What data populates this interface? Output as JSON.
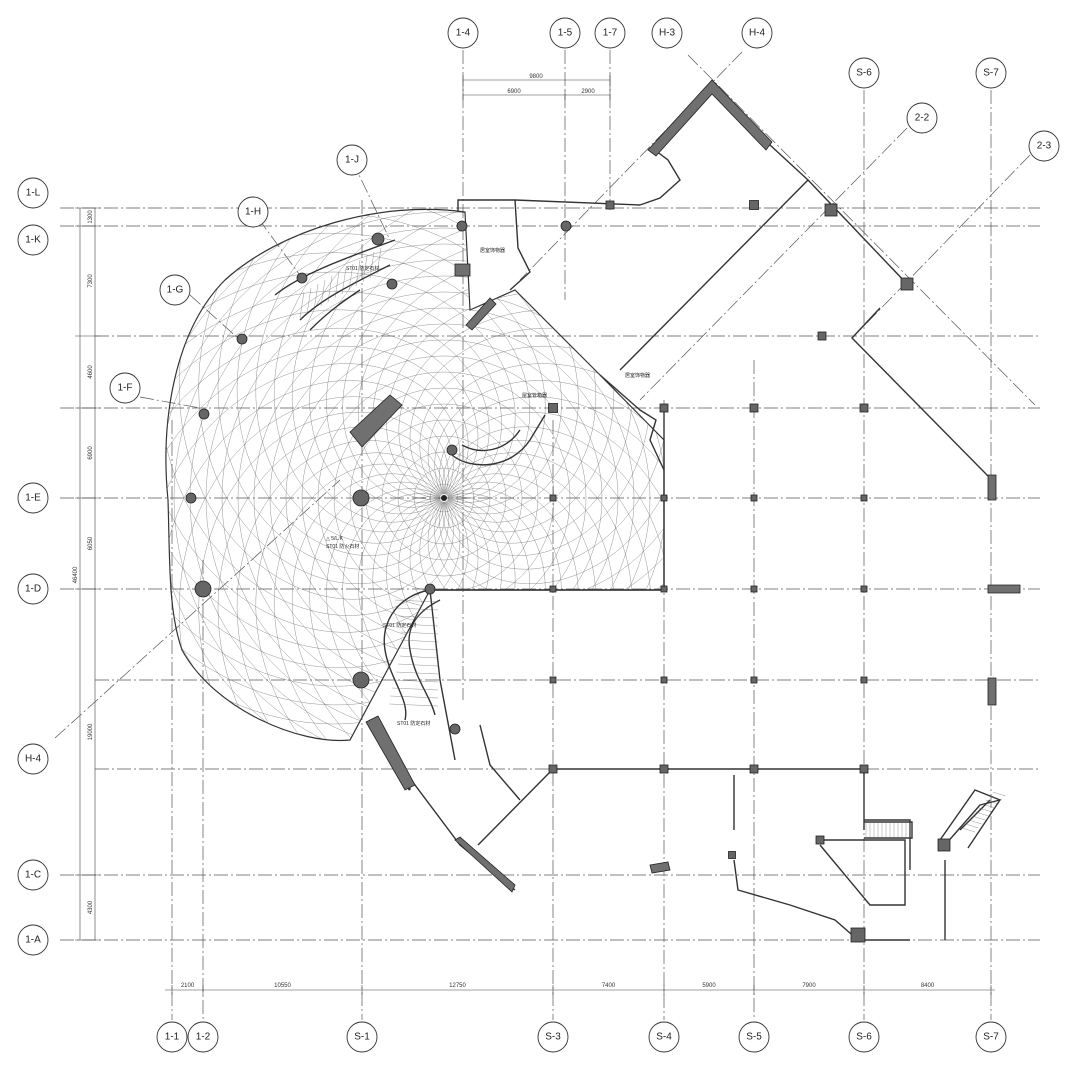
{
  "top_axes": [
    "1-4",
    "1-5",
    "1-7",
    "H-3",
    "H-4",
    "S-6",
    "S-7",
    "2-2",
    "2-3"
  ],
  "left_axes": [
    "1-L",
    "1-K",
    "1-J",
    "1-H",
    "1-G",
    "1-F",
    "1-E",
    "1-D",
    "H-4",
    "1-C",
    "1-A"
  ],
  "bottom_axes": [
    "1-1",
    "1-2",
    "S-1",
    "S-3",
    "S-4",
    "S-5",
    "S-6",
    "S-7"
  ],
  "bottom_dims": [
    "2100",
    "10550",
    "12750",
    "7400",
    "5900",
    "7900",
    "8400"
  ],
  "left_dims": [
    "1300",
    "7300",
    "4600",
    "6900",
    "6050",
    "19000",
    "4300"
  ],
  "left_total": "46400",
  "top_dims": {
    "total": "9800",
    "a": "6900",
    "b": "2900"
  },
  "room_labels": {
    "r1": "居室饰物器",
    "r2": "居室饰物器",
    "r3": "屋室管箱器",
    "stair_a": "ST01 防定石材",
    "stair_b": "ST01 防定石材",
    "stair_c": "ST01 防定石材",
    "center_a": "△ 5/L.K",
    "center_b": "ST01 防火石材"
  }
}
